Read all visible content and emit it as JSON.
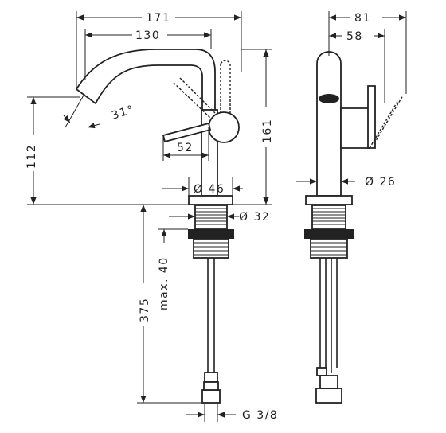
{
  "dimensions": {
    "width_171": "171",
    "width_130": "130",
    "angle_31": "31°",
    "lever_52": "52",
    "dia_46": "Ø 46",
    "dia_32": "Ø 32",
    "height_112": "112",
    "height_161": "161",
    "max_40": "max. 40",
    "length_375": "375",
    "thread": "G 3/8",
    "side_81": "81",
    "side_58": "58",
    "dia_26": "Ø 26"
  }
}
